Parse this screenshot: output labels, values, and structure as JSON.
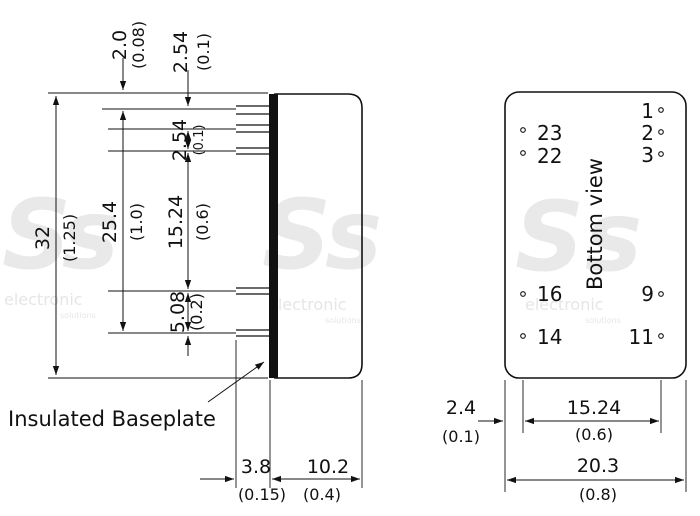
{
  "watermark": {
    "brand": "electronic",
    "tagline": "solutions"
  },
  "side_view": {
    "callout": "Insulated Baseplate",
    "dims": {
      "top_offset": {
        "mm": "2.0",
        "in": "(0.08)"
      },
      "pin_pitch_top": {
        "mm": "2.54",
        "in": "(0.1)"
      },
      "pin_pitch_mid": {
        "mm": "2.54",
        "in": "(0.1)"
      },
      "height": {
        "mm": "32",
        "in": "(1.25)"
      },
      "pin_span": {
        "mm": "25.4",
        "in": "(1.0)"
      },
      "group_span": {
        "mm": "15.24",
        "in": "(0.6)"
      },
      "lower_pitch": {
        "mm": "5.08",
        "in": "(0.2)"
      },
      "pin_length": {
        "mm": "3.8",
        "in": "(0.15)"
      },
      "body_depth": {
        "mm": "10.2",
        "in": "(0.4)"
      }
    }
  },
  "bottom_view": {
    "label": "Bottom view",
    "pins_left": [
      "23",
      "22",
      "16",
      "14"
    ],
    "pins_right": [
      "1",
      "2",
      "3",
      "9",
      "11"
    ],
    "dims": {
      "edge_offset": {
        "mm": "2.4",
        "in": "(0.1)"
      },
      "row_spacing": {
        "mm": "15.24",
        "in": "(0.6)"
      },
      "width": {
        "mm": "20.3",
        "in": "(0.8)"
      }
    }
  },
  "colors": {
    "line": "#111111",
    "baseplate": "#111111",
    "watermark": "#e9e9e9"
  }
}
